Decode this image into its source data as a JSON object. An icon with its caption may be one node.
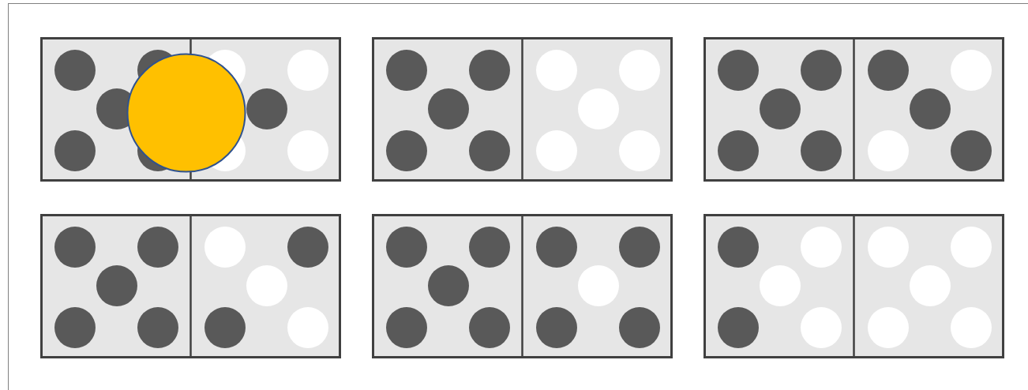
{
  "diagram": {
    "nodes": [
      {
        "text": [],
        "shape": "box"
      },
      {
        "text": [],
        "shape": "box"
      },
      {
        "text": [],
        "shape": "box"
      },
      {
        "text": [],
        "shape": "box"
      },
      {
        "text": [],
        "shape": "box"
      },
      {
        "text": [],
        "shape": "box"
      },
      {
        "text": [],
        "shape": "circle",
        "in": 0
      }
    ]
  }
}
